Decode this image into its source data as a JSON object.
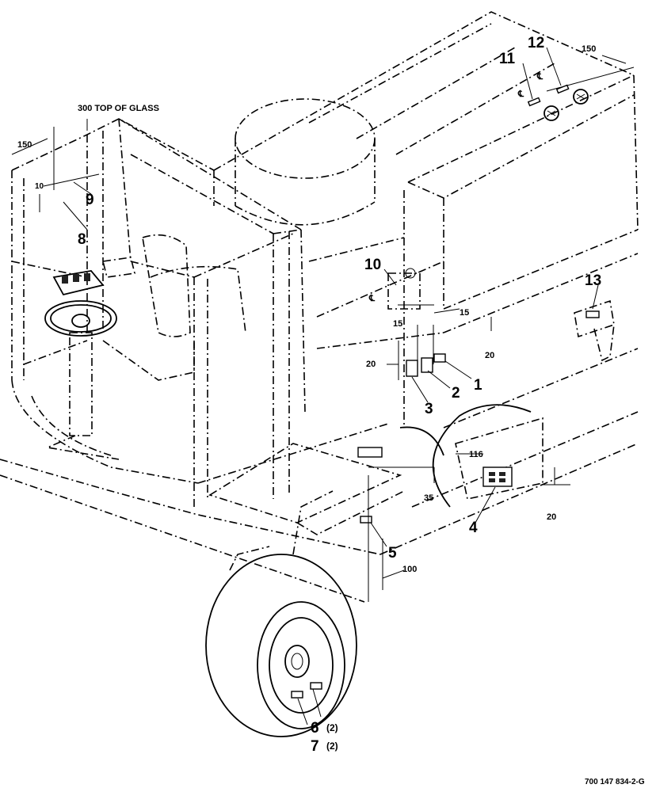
{
  "callouts": {
    "c1": "1",
    "c2": "2",
    "c3": "3",
    "c4": "4",
    "c5": "5",
    "c6": "6",
    "c7": "7",
    "c8": "8",
    "c9": "9",
    "c10": "10",
    "c11": "11",
    "c12": "12",
    "c13": "13"
  },
  "quantities": {
    "q6": "(2)",
    "q7": "(2)"
  },
  "dimensions": {
    "top_of_glass": "300 TOP OF GLASS",
    "d150_left": "150",
    "d10": "10",
    "d150_right": "150",
    "d15_a": "15",
    "d15_b": "15",
    "d20_a": "20",
    "d20_b": "20",
    "d20_c": "20",
    "d35": "35",
    "d100": "100",
    "d116": "116"
  },
  "centerline_symbol": "℄",
  "drawing_number": "700 147 834-2-G"
}
